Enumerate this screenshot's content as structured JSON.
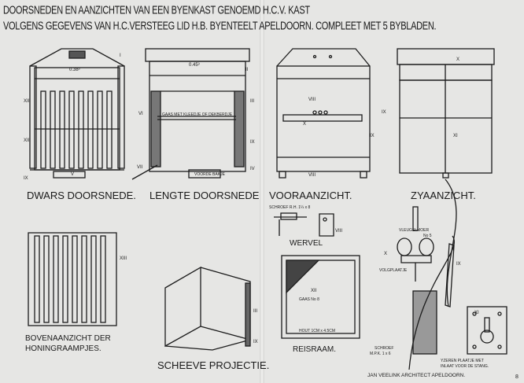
{
  "header": {
    "line1": "DOORSNEDEN EN AANZICHTEN VAN EEN BYENKAST  GENOEMD H.C.V. KAST",
    "line2": "VOLGENS GEGEVENS VAN H.C.VERSTEEG LID H.B. BYENTEELT APELDOORN. COMPLEET MET 5 BYBLADEN."
  },
  "views": {
    "dwars": {
      "caption": "DWARS DOORSNEDE.",
      "dim": "0.38³",
      "marks": [
        "I",
        "XIII",
        "XIII",
        "IX",
        "V"
      ]
    },
    "lengte": {
      "caption": "LENGTE DOORSNEDE",
      "dim": "0.45³",
      "note1": "GAAS MET KLEEDJE OF DEKBERDJE",
      "note2": "VOORDE BAKJE",
      "marks": [
        "II",
        "III",
        "VI",
        "VII",
        "IV",
        "IX"
      ]
    },
    "voor": {
      "caption": "VOORAANZICHT.",
      "marks": [
        "VIII",
        "X",
        "IX",
        "VIII"
      ]
    },
    "zy": {
      "caption": "ZYAANZICHT.",
      "marks": [
        "X",
        "IX",
        "XI"
      ]
    },
    "boven": {
      "caption1": "BOVENAANZICHT DER",
      "caption2": "HONINGRAAMPJES.",
      "mark": "XIII"
    },
    "scheeve": {
      "caption": "SCHEEVE PROJECTIE.",
      "marks": [
        "III",
        "IX"
      ]
    },
    "wervel": {
      "caption": "WERVEL",
      "note": "SCHROEF R.H. 1¼ x 8",
      "mark": "VIII"
    },
    "reisraam": {
      "caption": "REISRAAM.",
      "mark": "XII",
      "note1": "GAAS No 8",
      "note2": "HOUT 1CM x 4.5CM"
    },
    "hardware": {
      "vleugelmoer": "VLEUGELMOER",
      "nr": "No 5",
      "volgplaatje": "VOLGPLAATJE",
      "mark_x": "X",
      "mark_ix": "IX",
      "mark_xi": "XI",
      "schroef1": "SCHROEF",
      "schroef2": "M.P.K. 1 x 6",
      "plaat1": "YZEREN PLAATJE MET",
      "plaat2": "INLAAT VOOR DE STANG."
    }
  },
  "credit": "JAN VEELINK  ARCHITECT  APELDOORN.",
  "page_mark": "8"
}
